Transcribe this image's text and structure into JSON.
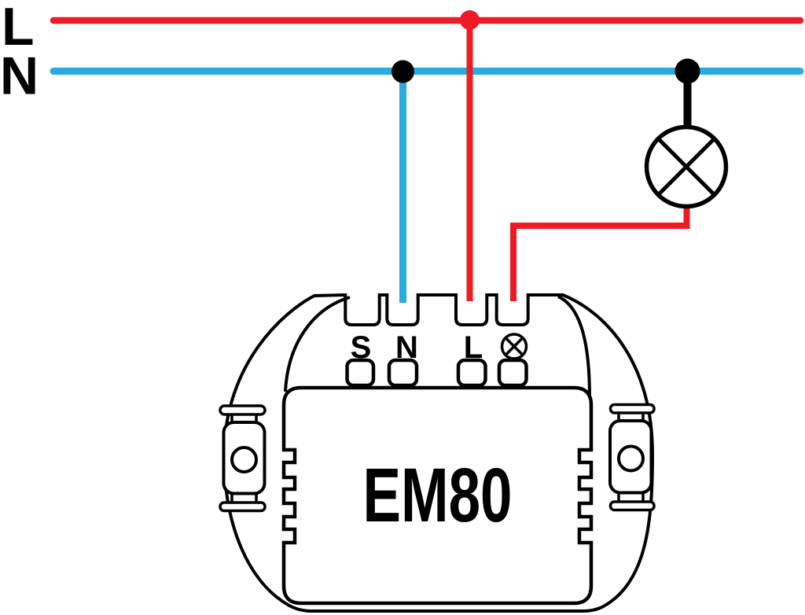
{
  "colors": {
    "live": "#ED1C24",
    "neutral": "#29ABE2",
    "wire_black": "#000000"
  },
  "supply": {
    "live_label": "L",
    "neutral_label": "N"
  },
  "device": {
    "model": "EM80",
    "terminal_labels": {
      "s": "S",
      "n": "N",
      "l": "L"
    },
    "terminal_icons": {
      "load": "lamp-symbol"
    }
  },
  "load": {
    "icon": "lamp-symbol"
  }
}
